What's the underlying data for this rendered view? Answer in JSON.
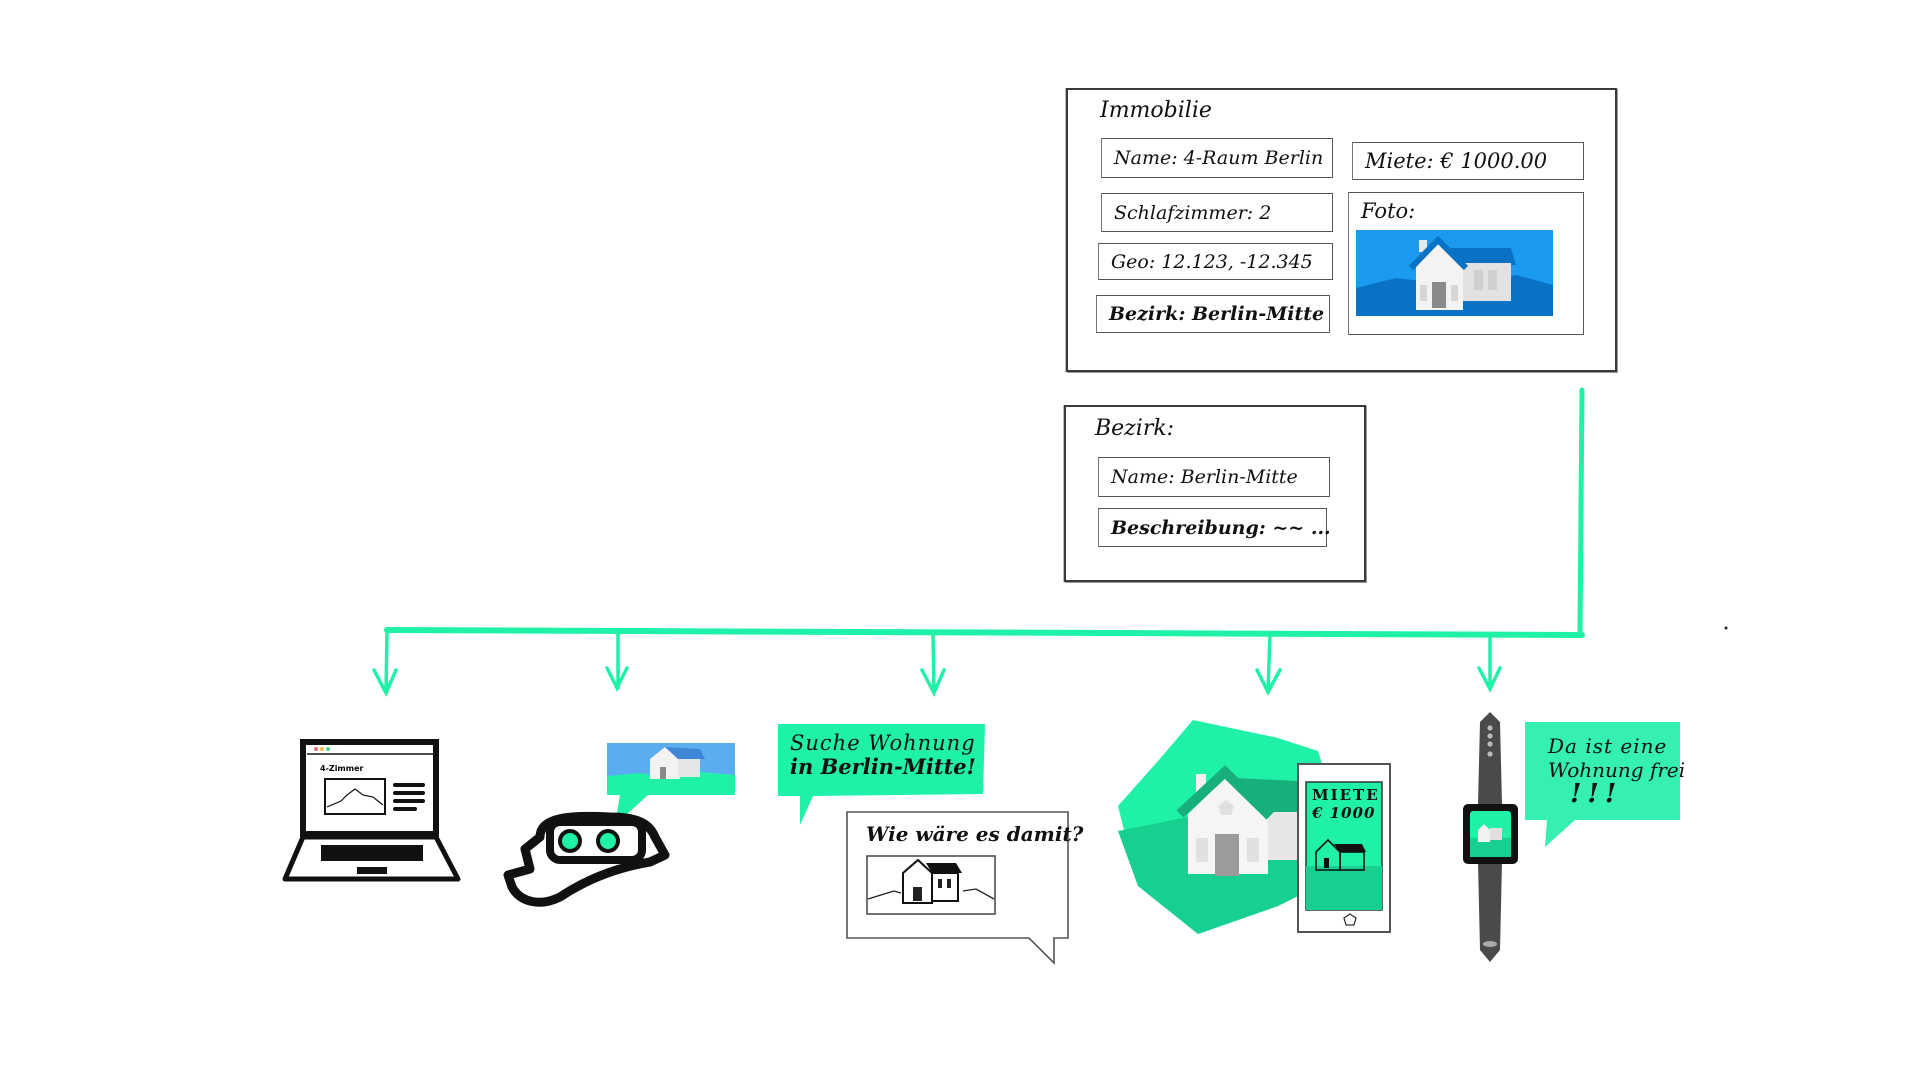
{
  "colors": {
    "accent_green": "#1ff2a6",
    "bubble_green": "#35f0b0",
    "photo_blue": "#1a9bef",
    "photo_blue_dark": "#0a72c4",
    "watch_gray": "#4a4a4a"
  },
  "immobilie": {
    "title": "Immobilie",
    "fields": {
      "name": "Name: 4-Raum Berlin",
      "schlafzimmer": "Schlafzimmer: 2",
      "geo": "Geo: 12.123, -12.345",
      "bezirk": "Bezirk: Berlin-Mitte",
      "miete": "Miete:  € 1000.00",
      "foto_label": "Foto:"
    },
    "foto_icon": "house-photo"
  },
  "bezirk": {
    "title": "Bezirk:",
    "fields": {
      "name": "Name: Berlin-Mitte",
      "beschreibung": "Beschreibung: ~~ ..."
    }
  },
  "devices": {
    "laptop": {
      "icon": "laptop-icon",
      "screen_heading": "4-Zimmer"
    },
    "vr": {
      "icon": "vr-headset-icon",
      "bubble_icon": "house-photo"
    },
    "voice": {
      "user_bubble": "Suche Wohnung in Berlin-Mitte!",
      "user_bubble_line1": "Suche Wohnung",
      "user_bubble_line2": "in Berlin-Mitte!",
      "reply_bubble": "Wie wäre es damit?"
    },
    "mobile": {
      "icon": "mobile-app-icon",
      "phone_line1": "MIETE",
      "phone_line2": "€ 1000"
    },
    "watch": {
      "icon": "smartwatch-icon",
      "bubble_line1": "Da ist eine",
      "bubble_line2": "Wohnung frei",
      "bubble_line3": "!!!"
    }
  }
}
